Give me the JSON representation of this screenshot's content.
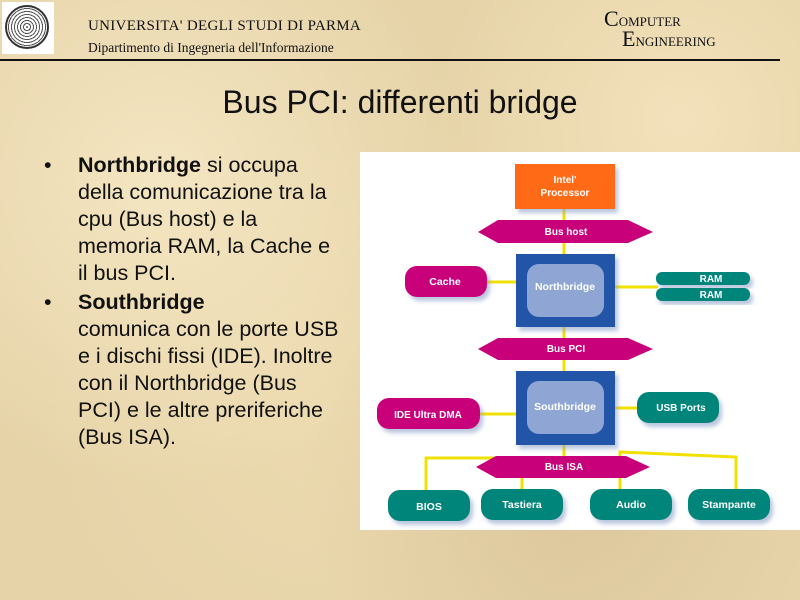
{
  "header": {
    "university": "UNIVERSITA' DEGLI STUDI DI PARMA",
    "department": "Dipartimento di Ingegneria dell'Informazione",
    "brand_line1_initial": "C",
    "brand_line1_rest": "OMPUTER",
    "brand_line2_initial": "E",
    "brand_line2_rest": "NGINEERING"
  },
  "slide": {
    "title": "Bus PCI: differenti bridge",
    "bullets": [
      {
        "bold": "Northbridge",
        "text": " si occupa della comunicazione tra la cpu (Bus host) e la memoria RAM,  la Cache e il bus PCI."
      },
      {
        "bold": "Southbridge",
        "text": " comunica con le porte USB e i dischi fissi (IDE). Inoltre con il Northbridge (Bus PCI) e le altre preriferiche (Bus ISA)."
      }
    ],
    "bullet_symbol": "•"
  },
  "diagram": {
    "processor": [
      "Intel'",
      "Processor"
    ],
    "bus_host": "Bus host",
    "cache": "Cache",
    "northbridge": "Northbridge",
    "ram": [
      "RAM",
      "RAM"
    ],
    "bus_pci": "Bus PCI",
    "southbridge": "Southbridge",
    "ide": "IDE Ultra DMA",
    "usb": "USB Ports",
    "bus_isa": "Bus ISA",
    "peripherals": [
      "BIOS",
      "Tastiera",
      "Audio",
      "Stampante"
    ],
    "colors": {
      "processor": "#ff6a13",
      "bus": "#c8007a",
      "bridge": "#2255a8",
      "bridge_inner": "#8fa6d4",
      "teal": "#00857a",
      "link": "#f2e000"
    }
  }
}
